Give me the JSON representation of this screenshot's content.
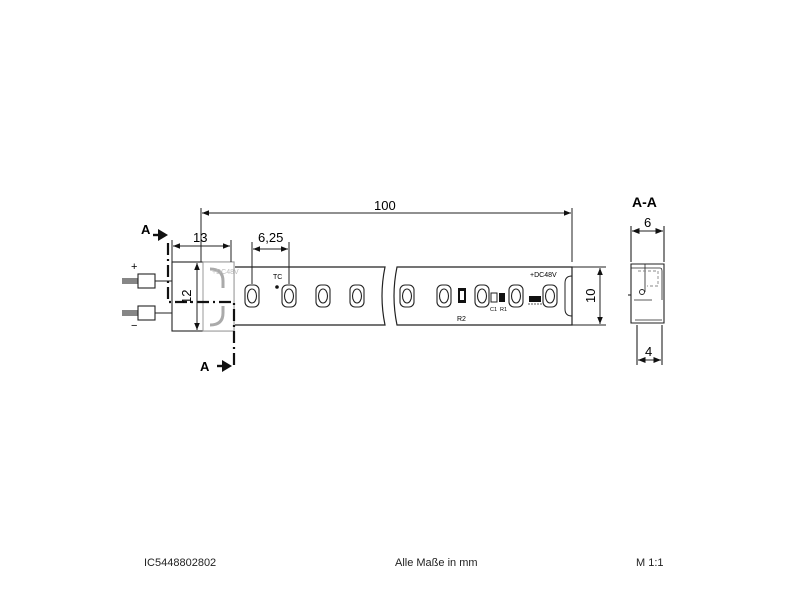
{
  "dimensions": {
    "total_length": "100",
    "connector_length": "13",
    "led_pitch": "6,25",
    "connector_height": "12",
    "strip_width": "10",
    "section_width": "6",
    "section_height": "4"
  },
  "section": {
    "title": "A-A",
    "marker_top": "A",
    "marker_bottom": "A"
  },
  "connector": {
    "plus_sign": "+",
    "minus_sign": "−",
    "voltage_label": "+DC48V"
  },
  "strip": {
    "voltage_label": "+DC48V",
    "tc_label": "TC",
    "r2_label": "R2",
    "c1_label": "C1",
    "r1_label": "R1"
  },
  "footer": {
    "article_id": "IC5448802802",
    "units_note": "Alle Maße in mm",
    "scale": "M 1:1"
  }
}
